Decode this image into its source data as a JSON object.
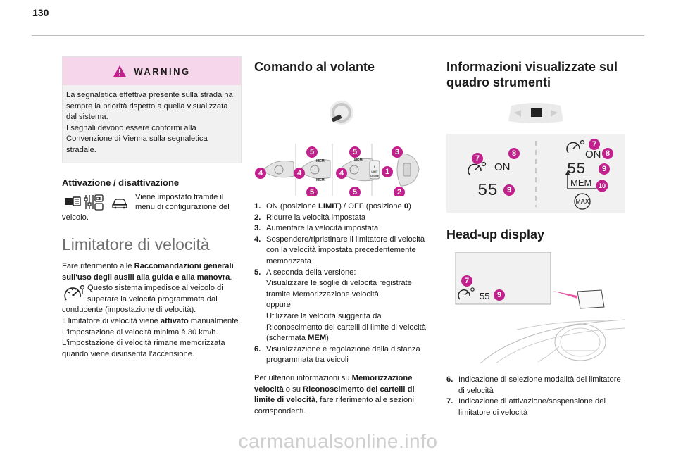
{
  "page_number": "130",
  "colors": {
    "accent": "#c2208c",
    "warning_header_bg": "#f6d6ea",
    "box_bg": "#f1f1f1"
  },
  "warning": {
    "title": "WARNING",
    "lines": [
      "La segnaletica effettiva presente sulla strada ha sempre la priorità rispetto a quella visualizzata dal sistema.",
      "I segnali devono essere conformi alla Convenzione di Vienna sulla segnaletica stradale."
    ]
  },
  "activation": {
    "heading": "Attivazione / disattivazione",
    "text_lead": "Viene impostato tramite il menu di configurazione del",
    "text_tail": "veicolo."
  },
  "limiter": {
    "title": "Limitatore di velocità",
    "p1_pre": "Fare riferimento alle ",
    "p1_bold": "Raccomandazioni generali sull'uso degli ausili alla guida e alla manovra",
    "p1_post": ".",
    "p2_pre": "Questo sistema impedisce al veicolo di superare la velocità programmata dal conducente (impostazione di velocità).",
    "p2_line2_pre": "Il limitatore di velocità viene ",
    "p2_line2_bold": "attivato",
    "p2_line2_post": " manualmente.",
    "p2_line3": "L'impostazione di velocità minima è 30 km/h.",
    "p2_line4": "L'impostazione di velocità rimane memorizzata quando viene disinserita l'accensione."
  },
  "steering": {
    "title": "Comando al volante",
    "items": [
      {
        "n": "1.",
        "pre": "ON (posizione ",
        "bold": "LIMIT",
        "mid": ") / OFF (posizione ",
        "bold2": "0",
        "post": ")"
      },
      {
        "n": "2.",
        "text": "Ridurre la velocità impostata"
      },
      {
        "n": "3.",
        "text": "Aumentare la velocità impostata"
      },
      {
        "n": "4.",
        "text": "Sospendere/ripristinare il limitatore di velocità con la velocità impostata precedentemente memorizzata"
      },
      {
        "n": "5.",
        "l1": "A seconda della versione:",
        "l2": "Visualizzare le soglie di velocità registrate tramite Memorizzazione velocità",
        "l3": "oppure",
        "l4": "Utilizzare la velocità suggerita da Riconoscimento dei cartelli di limite di velocità (schermata ",
        "l4_bold": "MEM",
        "l4_post": ")"
      },
      {
        "n": "6.",
        "text": "Visualizzazione e regolazione della distanza programmata tra veicoli"
      }
    ],
    "info_pre": "Per ulteriori informazioni su ",
    "info_b1": "Memorizzazione velocità",
    "info_mid": " o su ",
    "info_b2": "Riconoscimento dei cartelli di limite di velocità",
    "info_post": ", fare riferimento alle sezioni corrispondenti.",
    "figure_labels": {
      "mem": "MEM",
      "limit": "LIMIT",
      "cruise": "CRUISE",
      "zero": "0"
    },
    "figure_badges": [
      "4",
      "4",
      "5",
      "5",
      "4",
      "5",
      "5",
      "3",
      "1",
      "2"
    ]
  },
  "cluster": {
    "title": "Informazioni visualizzate sul quadro strumenti",
    "left_panel": {
      "on": "ON",
      "speed": "55",
      "badges": [
        "7",
        "8",
        "9"
      ]
    },
    "right_panel": {
      "on": "ON",
      "speed": "55",
      "mem": "MEM",
      "max": "MAX",
      "badges": [
        "7",
        "8",
        "9",
        "10"
      ]
    }
  },
  "hud": {
    "title": "Head-up display",
    "speed": "55",
    "badges": [
      "7",
      "9"
    ],
    "items": [
      {
        "n": "6.",
        "text": "Indicazione di selezione modalità del limitatore di velocità"
      },
      {
        "n": "7.",
        "text": "Indicazione di attivazione/sospensione del limitatore di velocità"
      }
    ]
  },
  "watermark": "carmanualsonline.info"
}
